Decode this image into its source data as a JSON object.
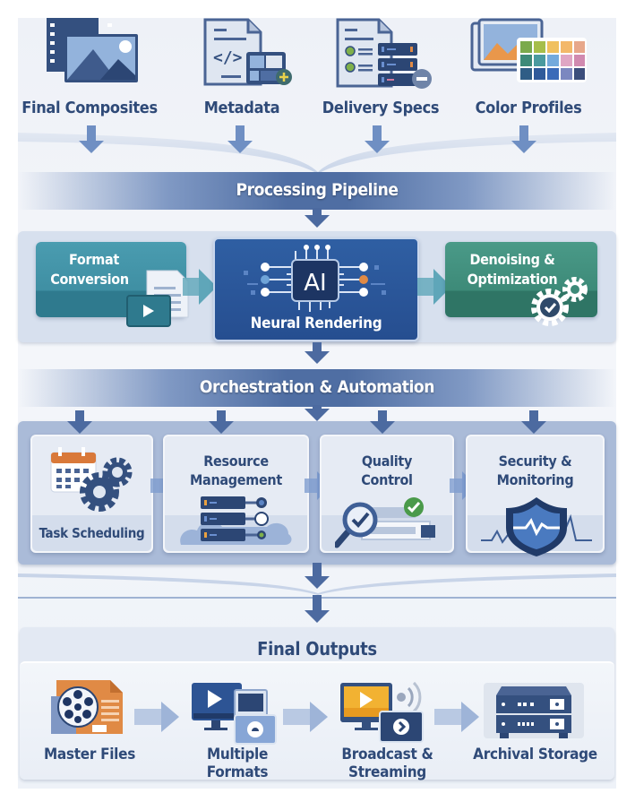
{
  "diagram": {
    "inputs": [
      {
        "label": "Final Composites",
        "icon": "film-image-icon"
      },
      {
        "label": "Metadata",
        "icon": "code-document-icon"
      },
      {
        "label": "Delivery Specs",
        "icon": "checklist-server-icon"
      },
      {
        "label": "Color Profiles",
        "icon": "color-palette-icon"
      }
    ],
    "processing": {
      "title": "Processing Pipeline",
      "steps": [
        {
          "label_line1": "Format",
          "label_line2": "Conversion",
          "icon": "file-conversion-icon"
        },
        {
          "label": "Neural Rendering",
          "chip_text": "AI",
          "icon": "ai-chip-icon"
        },
        {
          "label_line1": "Denoising &",
          "label_line2": "Optimization",
          "icon": "gear-check-icon"
        }
      ]
    },
    "orchestration": {
      "title": "Orchestration & Automation",
      "steps": [
        {
          "label": "Task Scheduling",
          "icon": "calendar-gear-icon"
        },
        {
          "label_line1": "Resource",
          "label_line2": "Management",
          "icon": "server-cloud-icon"
        },
        {
          "label_line1": "Quality",
          "label_line2": "Control",
          "icon": "magnifier-check-icon"
        },
        {
          "label_line1": "Security &",
          "label_line2": "Monitoring",
          "icon": "shield-pulse-icon"
        }
      ]
    },
    "outputs": {
      "title": "Final Outputs",
      "items": [
        {
          "label": "Master Files",
          "icon": "film-reel-file-icon"
        },
        {
          "label": "Multiple Formats",
          "icon": "monitor-devices-icon"
        },
        {
          "label": "Broadcast & Streaming",
          "icon": "broadcast-monitor-icon"
        },
        {
          "label": "Archival Storage",
          "icon": "storage-server-icon"
        }
      ]
    },
    "colors": {
      "primary_text": "#2f4a78",
      "arrow": "#6f8fc3",
      "band": "#4f6ea3",
      "teal": "#3f8fa3",
      "navy": "#2d5494",
      "green": "#3d8a78",
      "orange": "#e08a45",
      "check_green": "#4a9a4a"
    }
  }
}
